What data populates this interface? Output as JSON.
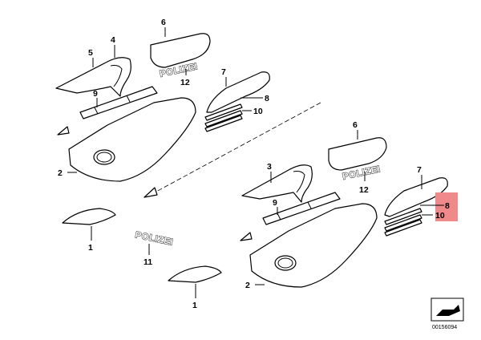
{
  "diagram": {
    "catalog_number": "00156094",
    "highlight_color": "#f08a8a",
    "labels": {
      "upper": {
        "p4": "4",
        "p5": "5",
        "p6": "6",
        "p12": "12",
        "p7": "7",
        "p8": "8",
        "p10": "10",
        "p9": "9",
        "p2": "2"
      },
      "right": {
        "p6": "6",
        "p12": "12",
        "p7": "7",
        "p8": "8",
        "p10": "10",
        "p3": "3",
        "p9": "9",
        "p2": "2"
      },
      "lower_left": {
        "p1": "1",
        "p11": "11"
      },
      "lower_middle": {
        "p1": "1"
      }
    },
    "decals": {
      "polizei_upper": "POLIZEI",
      "polizei_right": "POLIZEI",
      "polizei_lower": "POLIZEI"
    }
  }
}
